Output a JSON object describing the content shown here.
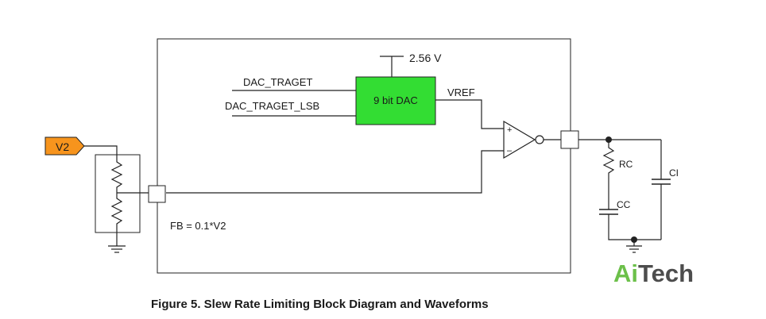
{
  "diagram": {
    "supply_label": "2.56 V",
    "dac_block_label": "9 bit DAC",
    "dac_input_1": "DAC_TRAGET",
    "dac_input_2": "DAC_TRAGET_LSB",
    "vref_label": "VREF",
    "opamp_plus": "+",
    "opamp_minus": "–",
    "input_tag": "V2",
    "fb_label": "FB = 0.1*V2",
    "rc_label": "RC",
    "cc_label": "CC",
    "ci_label": "CI",
    "caption": "Figure 5. Slew Rate Limiting Block Diagram and Waveforms"
  },
  "logo": {
    "text_a": "Ai",
    "text_b": "Tech"
  },
  "colors": {
    "dac_fill": "#33dd33",
    "tag_fill": "#f7941d",
    "logo_green": "#6cc04a",
    "logo_gray": "#4d4d4d"
  }
}
